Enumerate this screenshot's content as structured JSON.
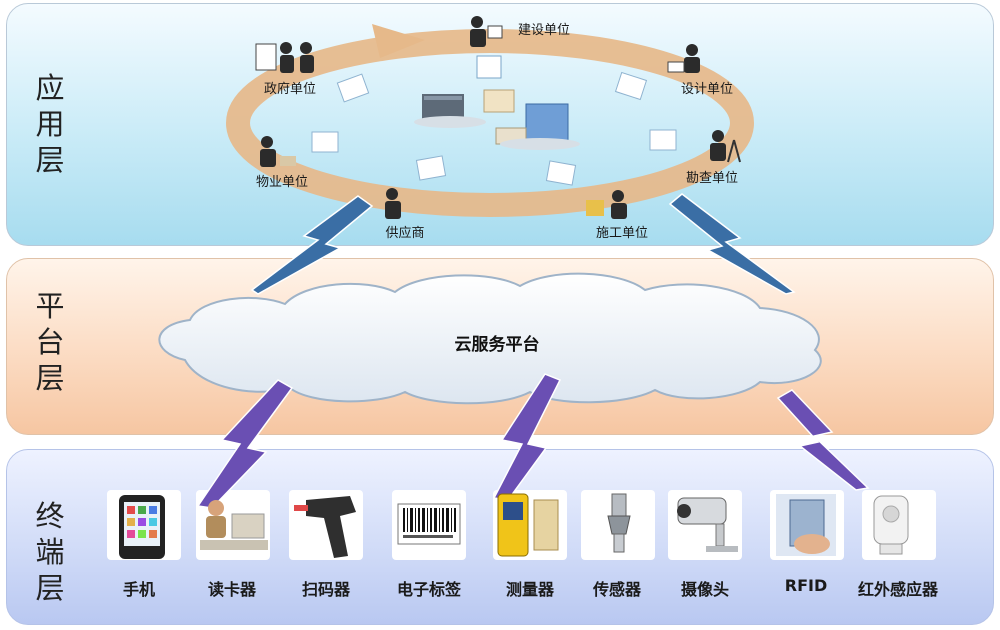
{
  "layers": {
    "application": "应用层",
    "platform": "平台层",
    "terminal": "终端层"
  },
  "platform": {
    "cloud_label": "云服务平台"
  },
  "application_units": {
    "construction": "建设单位",
    "government": "政府单位",
    "design": "设计单位",
    "property": "物业单位",
    "survey": "勘查单位",
    "supplier": "供应商",
    "contractor": "施工单位"
  },
  "devices": [
    "手机",
    "读卡器",
    "扫码器",
    "电子标签",
    "测量器",
    "传感器",
    "摄像头",
    "RFID",
    "红外感应器"
  ],
  "colors": {
    "application_bg": "#a7dcef",
    "platform_bg": "#f6c6a2",
    "terminal_bg": "#b9c8f1",
    "ring": "#e6b98a",
    "uplink_bolt": "#3a6ea5",
    "downlink_bolt": "#6a4fb3"
  }
}
